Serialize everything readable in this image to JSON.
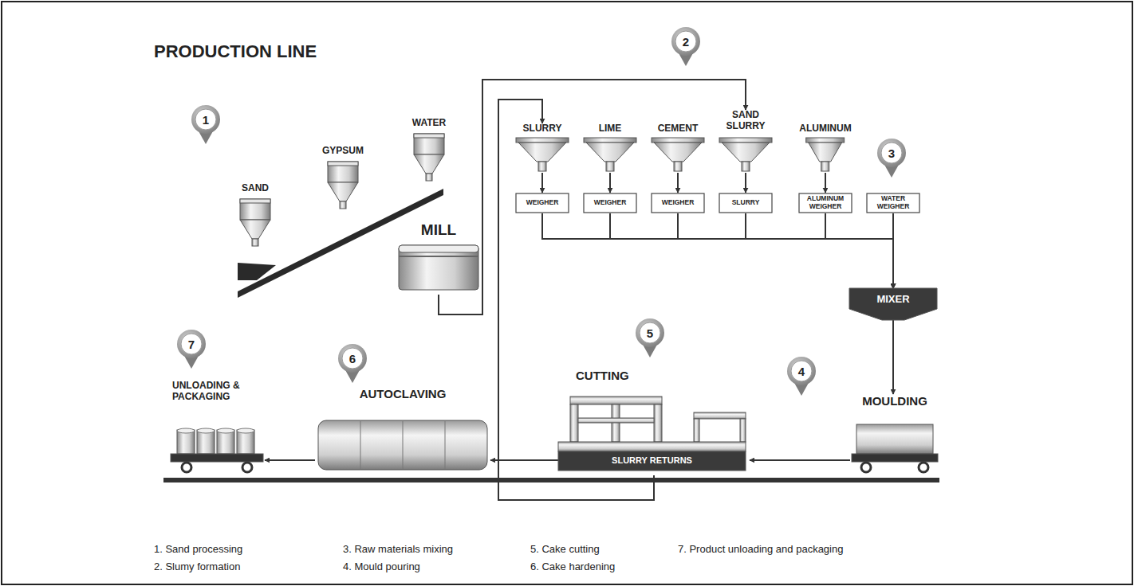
{
  "diagram": {
    "title": "PRODUCTION LINE",
    "nodes": [
      {
        "text": [
          "SAND"
        ]
      },
      {
        "text": [
          "GYPSUM"
        ]
      },
      {
        "text": [
          "WATER"
        ]
      },
      {
        "text": [
          "MILL"
        ]
      },
      {
        "text": [
          "SLURRY"
        ]
      },
      {
        "text": [
          "LIME"
        ]
      },
      {
        "text": [
          "CEMENT"
        ]
      },
      {
        "text": [
          "SAND SLURRY"
        ]
      },
      {
        "text": [
          "ALUMINUM"
        ]
      },
      {
        "text": [
          "WEIGHER"
        ]
      },
      {
        "text": [
          "WEIGHER"
        ]
      },
      {
        "text": [
          "WEIGHER"
        ]
      },
      {
        "text": [
          "SLURRY"
        ]
      },
      {
        "text": [
          "ALUMINUM WEIGHER"
        ]
      },
      {
        "text": [
          "WATER WEIGHER"
        ]
      },
      {
        "text": [
          "MIXER"
        ]
      },
      {
        "text": [
          "MOULDING"
        ]
      },
      {
        "text": [
          "CUTTING",
          "SLURRY RETURNS"
        ]
      },
      {
        "text": [
          "AUTOCLAVING"
        ]
      },
      {
        "text": [
          "UNLOADING & PACKAGING"
        ]
      }
    ],
    "edges": [
      {
        "from": 3,
        "to": 7,
        "arrow": "to"
      },
      {
        "from": 17,
        "to": 4,
        "arrow": "to"
      },
      {
        "from": 4,
        "to": 9,
        "arrow": "to"
      },
      {
        "from": 5,
        "to": 10,
        "arrow": "to"
      },
      {
        "from": 6,
        "to": 11,
        "arrow": "to"
      },
      {
        "from": 7,
        "to": 12,
        "arrow": "to"
      },
      {
        "from": 8,
        "to": 13,
        "arrow": "to"
      },
      {
        "from": 9,
        "to": 15,
        "arrow": "to"
      },
      {
        "from": 10,
        "to": 15,
        "arrow": "to"
      },
      {
        "from": 11,
        "to": 15,
        "arrow": "to"
      },
      {
        "from": 12,
        "to": 15,
        "arrow": "to"
      },
      {
        "from": 13,
        "to": 15,
        "arrow": "to"
      },
      {
        "from": 14,
        "to": 15,
        "arrow": "to"
      },
      {
        "from": 15,
        "to": 16,
        "arrow": "to"
      },
      {
        "from": 16,
        "to": 17,
        "arrow": "to"
      },
      {
        "from": 17,
        "to": 18,
        "arrow": "to"
      },
      {
        "from": 18,
        "to": 19,
        "arrow": "to"
      }
    ],
    "labels": [
      "1",
      "2",
      "3",
      "4",
      "5",
      "6",
      "7",
      "1. Sand processing",
      "2. Slumy formation",
      "3. Raw materials mixing",
      "4. Mould pouring",
      "5. Cake cutting",
      "6. Cake hardening",
      "7. Product unloading and packaging"
    ]
  }
}
